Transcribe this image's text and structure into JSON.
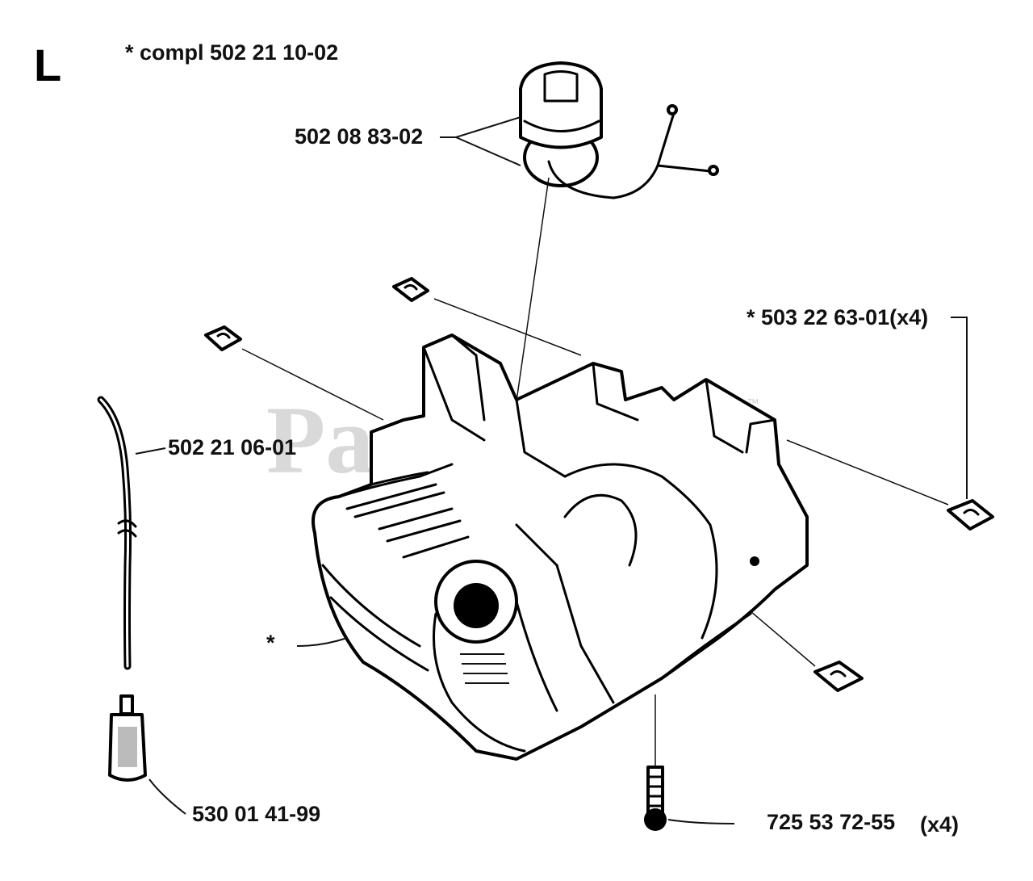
{
  "section_letter": "L",
  "watermark": {
    "text": "PartsTree",
    "trademark": "™"
  },
  "labels": {
    "complete_assembly": "*  compl 502 21 10-02",
    "fuel_cap": "502 08 83-02",
    "nut": "*  503 22 63-01(x4)",
    "fuel_hose": "502 21 06-01",
    "fuel_tank": "*",
    "fuel_filter": "530 01 41-99",
    "screw": "725 53 72-55",
    "screw_qty": "(x4)"
  }
}
